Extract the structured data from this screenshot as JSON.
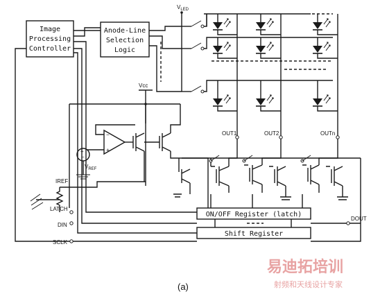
{
  "blocks": {
    "image_processing_controller": [
      "Image",
      "Processing",
      "Controller"
    ],
    "anode_line_selection_logic": [
      "Anode-Line",
      "Selection",
      "Logic"
    ],
    "onoff_register": "ON/OFF Register (latch)",
    "shift_register": "Shift Register"
  },
  "labels": {
    "vled_base": "V",
    "vled_sub": "LED",
    "vcc": "Vcc",
    "vref_base": "V",
    "vref_sub": "REF",
    "iref": "IREF",
    "latch": "LATCH",
    "din": "DIN",
    "sclk": "SCLK",
    "dout": "DOUT",
    "out1": "OUT1",
    "out2": "OUT2",
    "outn": "OUTn"
  },
  "caption": "(a)",
  "watermark": {
    "line1": "易迪拓培训",
    "line2": "射频和天线设计专家"
  }
}
